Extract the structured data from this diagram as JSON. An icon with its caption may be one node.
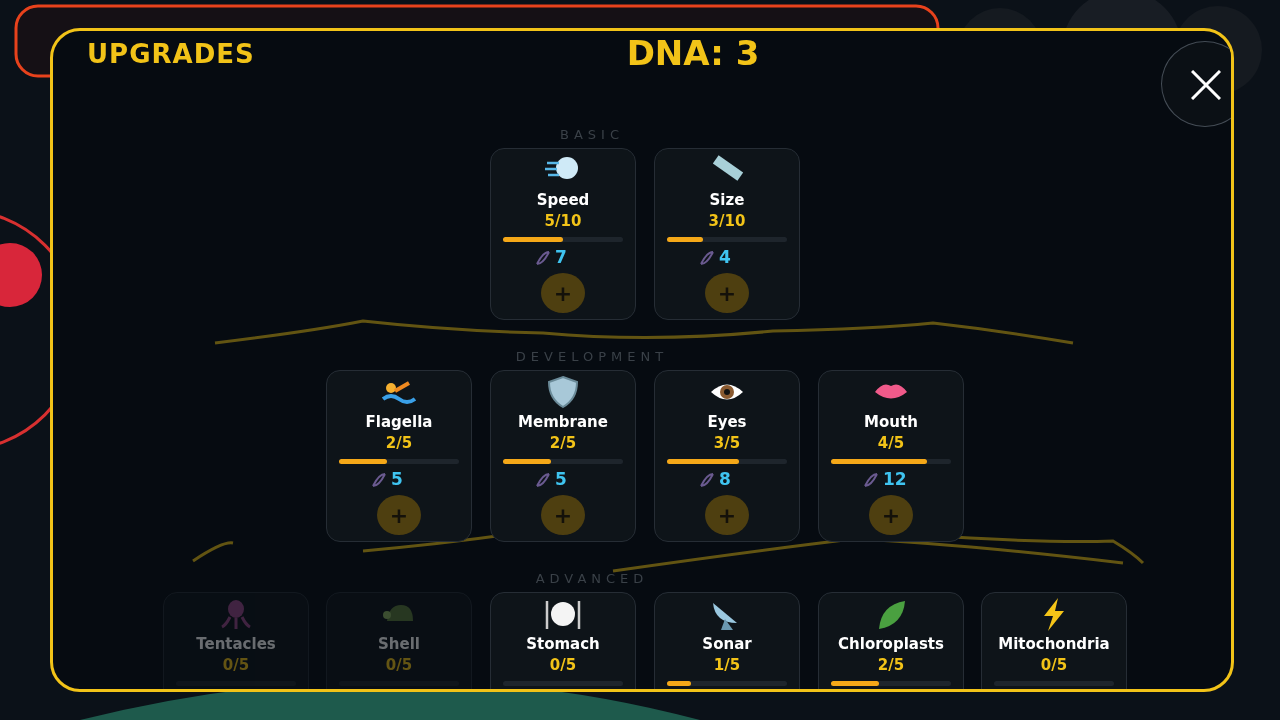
{
  "diagram": {
    "title": "UPGRADES",
    "nodes": [
      {
        "text": [
          "Speed",
          "5/10",
          "7",
          "+"
        ]
      },
      {
        "text": [
          "Size",
          "3/10",
          "4",
          "+"
        ]
      },
      {
        "text": [
          "Flagella",
          "2/5",
          "5",
          "+"
        ]
      },
      {
        "text": [
          "Membrane",
          "2/5",
          "5",
          "+"
        ]
      },
      {
        "text": [
          "Eyes",
          "3/5",
          "8",
          "+"
        ]
      },
      {
        "text": [
          "Mouth",
          "4/5",
          "12",
          "+"
        ]
      },
      {
        "text": [
          "Tentacles",
          "0/5"
        ]
      },
      {
        "text": [
          "Shell",
          "0/5"
        ]
      },
      {
        "text": [
          "Stomach",
          "0/5"
        ]
      },
      {
        "text": [
          "Sonar",
          "1/5"
        ]
      },
      {
        "text": [
          "Chloroplasts",
          "2/5"
        ]
      },
      {
        "text": [
          "Mitochondria",
          "0/5"
        ]
      }
    ],
    "labels": [
      "DNA: 3",
      "BASIC",
      "DEVELOPMENT",
      "ADVANCED"
    ]
  }
}
